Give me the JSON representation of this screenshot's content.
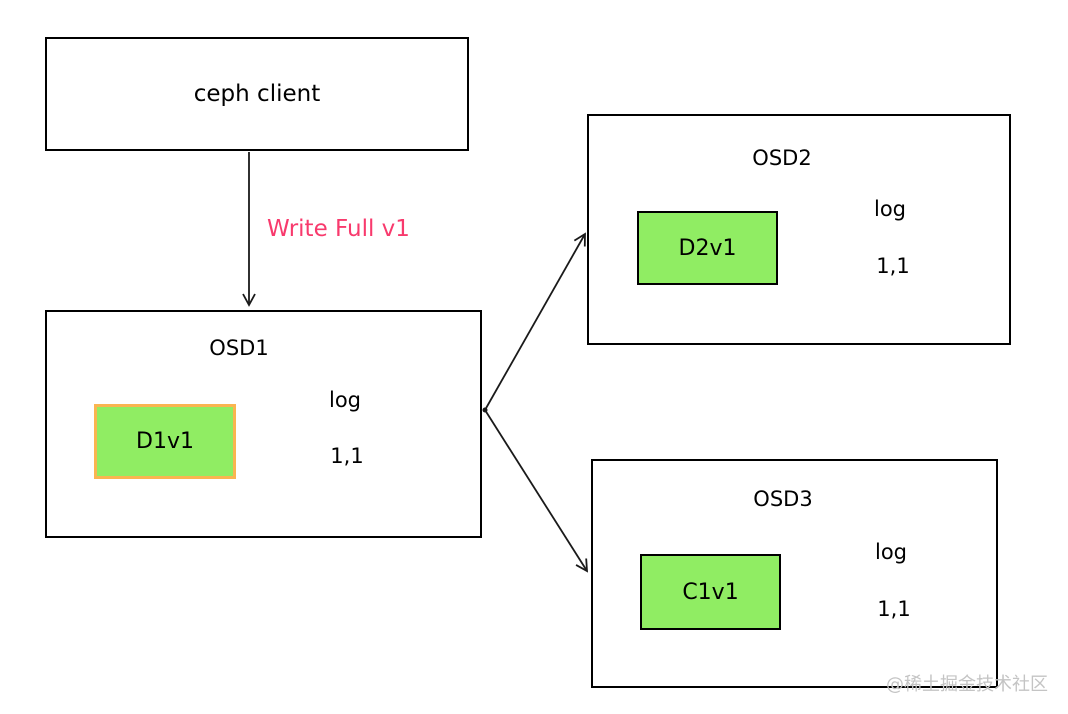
{
  "client": {
    "label": "ceph client"
  },
  "edge": {
    "label": "Write Full v1"
  },
  "osd1": {
    "title": "OSD1",
    "object": "D1v1",
    "log_label": "log",
    "log_entry": "1,1"
  },
  "osd2": {
    "title": "OSD2",
    "object": "D2v1",
    "log_label": "log",
    "log_entry": "1,1"
  },
  "osd3": {
    "title": "OSD3",
    "object": "C1v1",
    "log_label": "log",
    "log_entry": "1,1"
  },
  "watermark": {
    "text": "@稀土掘金技术社区"
  },
  "colors": {
    "background": "#ffffff",
    "text": "#000000",
    "node_border": "#000000",
    "object_fill": "#90ed63",
    "object_border": "#000000",
    "object_border_highlight": "#fab550",
    "edge_stroke": "#1a1a1a",
    "edge_label": "#f83a6d",
    "watermark": "#c4c4c4"
  }
}
